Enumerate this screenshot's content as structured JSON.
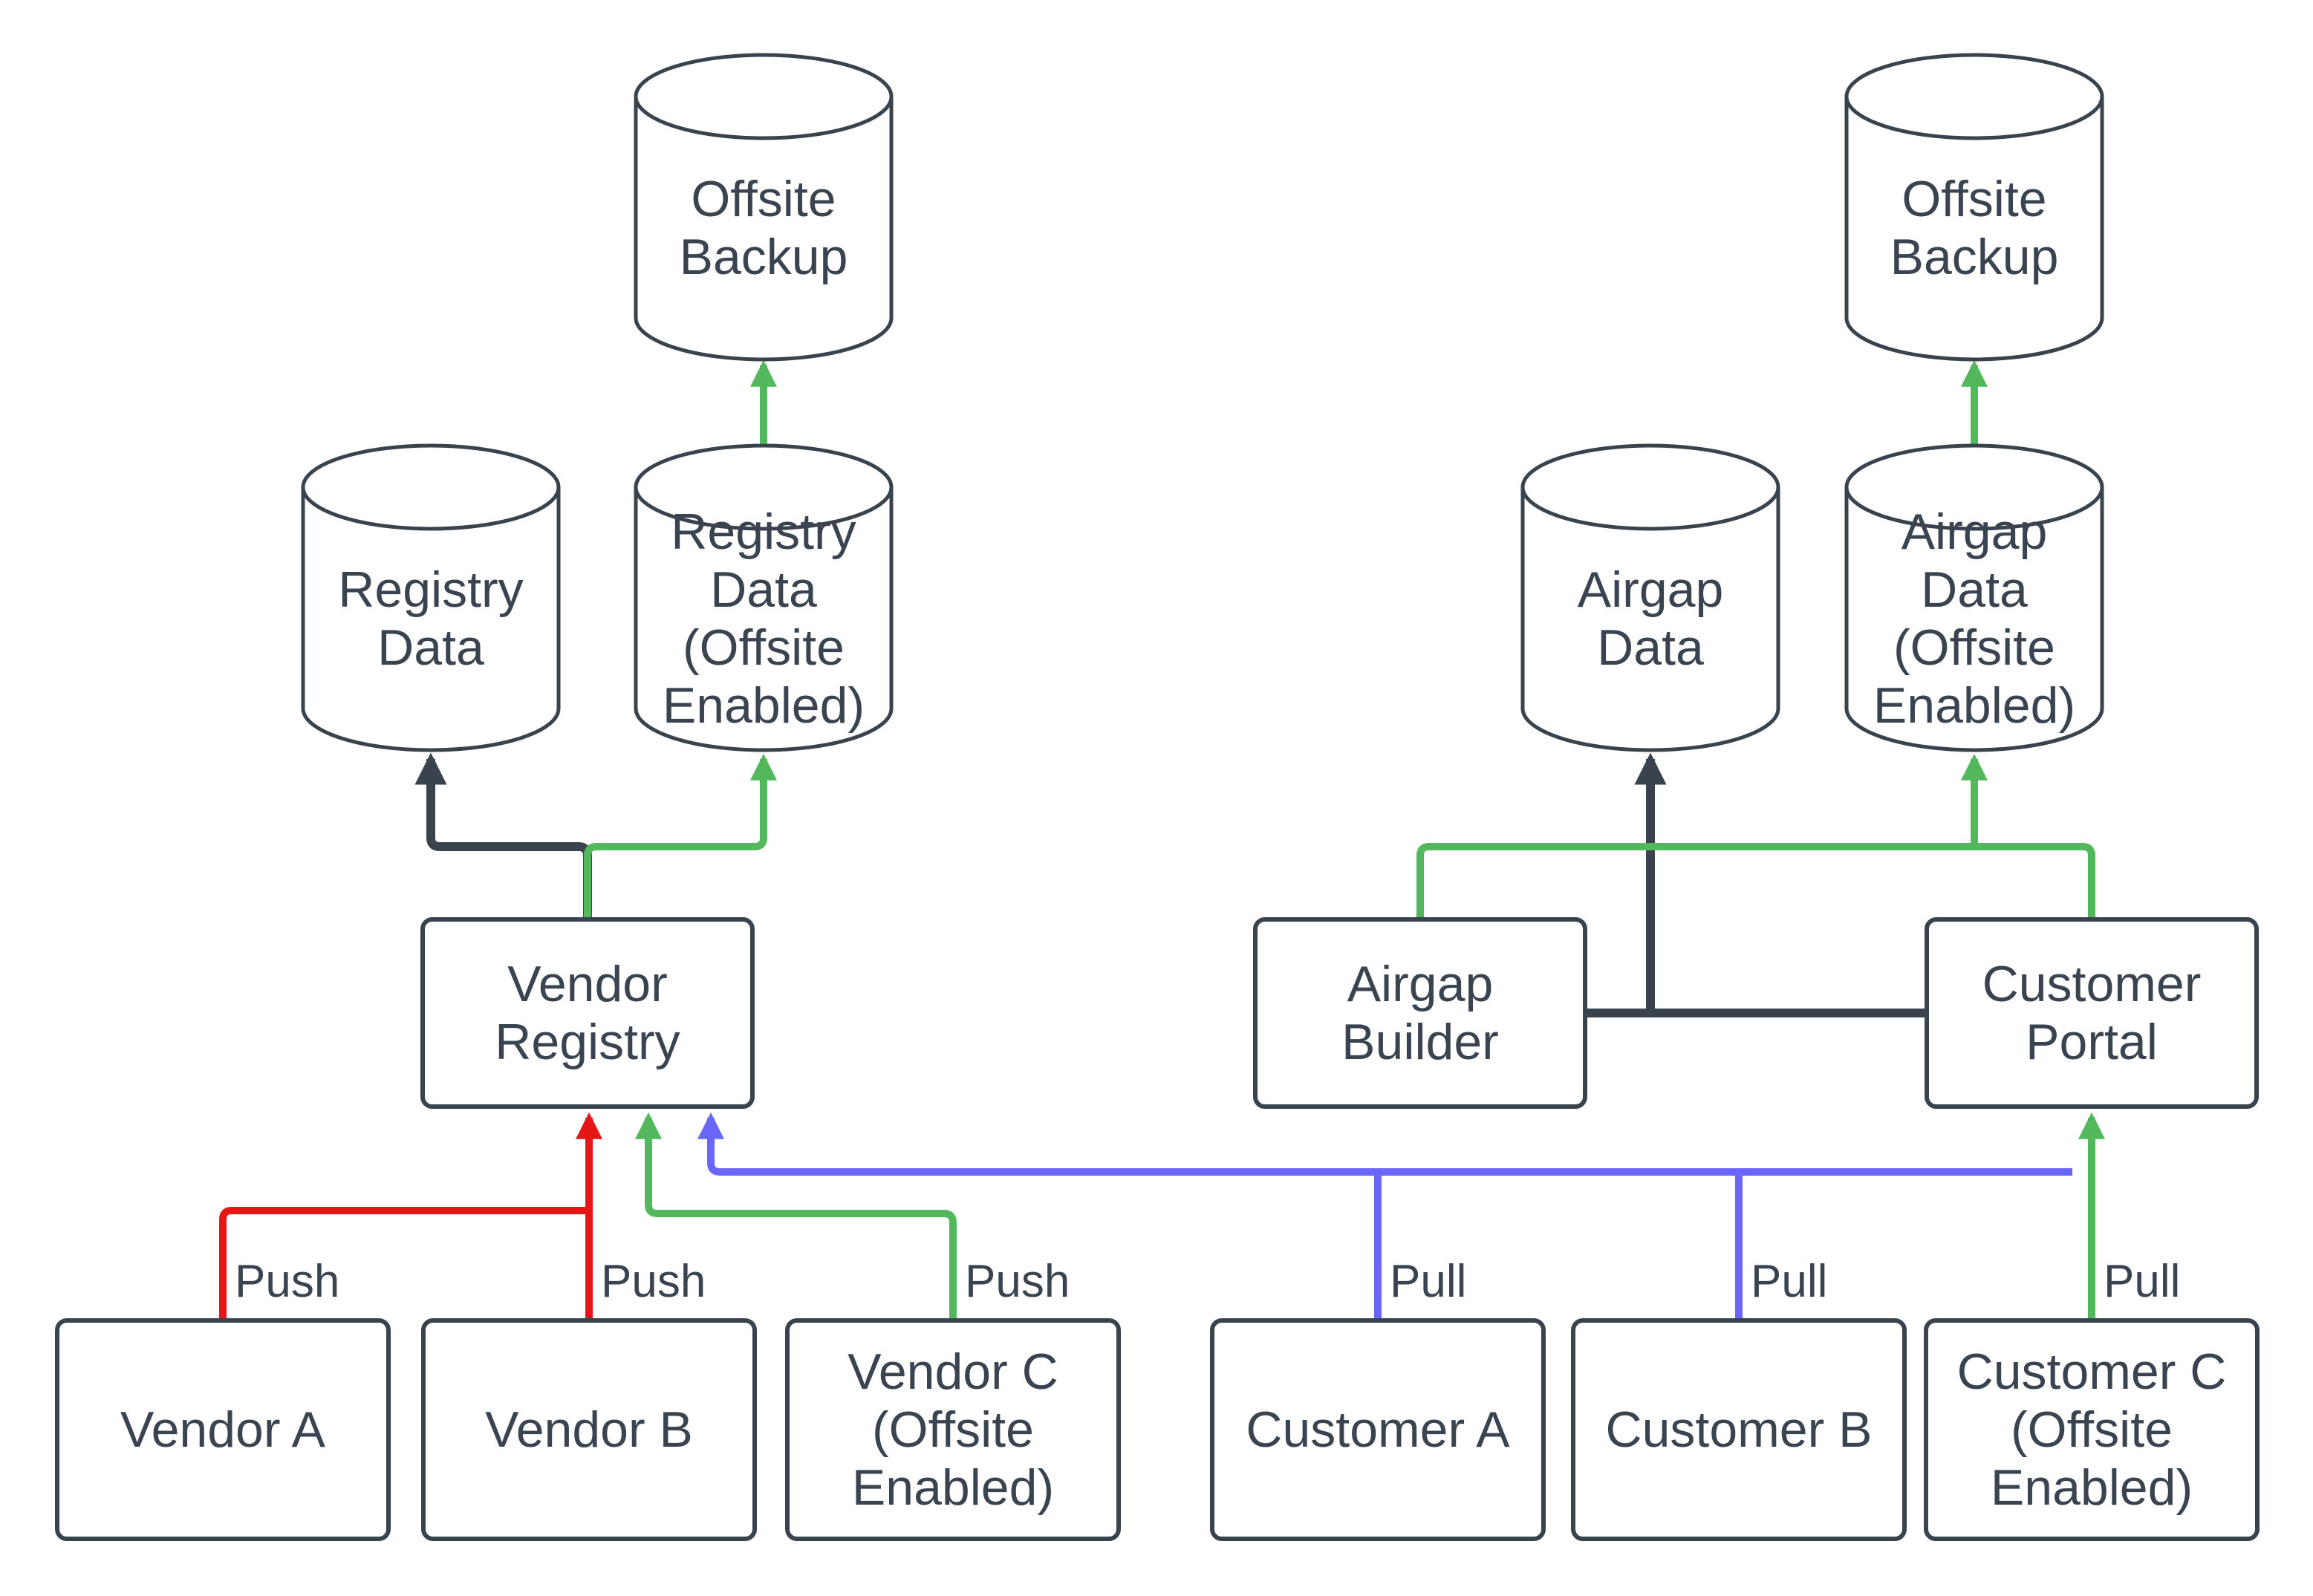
{
  "colors": {
    "stroke_dark": "#39434E",
    "text": "#3A4450",
    "push_red": "#E51616",
    "flow_green": "#53B85C",
    "pull_blue": "#6B66FA",
    "node_fill": "#FFFFFF",
    "background": "#FFFFFF"
  },
  "nodes": {
    "offsite_backup_left": {
      "shape": "cylinder",
      "label": "Offsite\nBackup"
    },
    "registry_data": {
      "shape": "cylinder",
      "label": "Registry\nData"
    },
    "registry_data_offsite": {
      "shape": "cylinder",
      "label": "Registry\nData\n(Offsite\nEnabled)"
    },
    "airgap_data": {
      "shape": "cylinder",
      "label": "Airgap\nData"
    },
    "airgap_data_offsite": {
      "shape": "cylinder",
      "label": "Airgap\nData\n(Offsite\nEnabled)"
    },
    "offsite_backup_right": {
      "shape": "cylinder",
      "label": "Offsite\nBackup"
    },
    "vendor_registry": {
      "shape": "rect",
      "label": "Vendor\nRegistry"
    },
    "airgap_builder": {
      "shape": "rect",
      "label": "Airgap\nBuilder"
    },
    "customer_portal": {
      "shape": "rect",
      "label": "Customer\nPortal"
    },
    "vendor_a": {
      "shape": "rect",
      "label": "Vendor A"
    },
    "vendor_b": {
      "shape": "rect",
      "label": "Vendor B"
    },
    "vendor_c": {
      "shape": "rect",
      "label": "Vendor C\n(Offsite\nEnabled)"
    },
    "customer_a": {
      "shape": "rect",
      "label": "Customer A"
    },
    "customer_b": {
      "shape": "rect",
      "label": "Customer B"
    },
    "customer_c": {
      "shape": "rect",
      "label": "Customer C\n(Offsite\nEnabled)"
    }
  },
  "edges": [
    {
      "id": "vendor-a-push",
      "from": "vendor_a",
      "to": "vendor_registry",
      "label": "Push",
      "color": "push_red"
    },
    {
      "id": "vendor-b-push",
      "from": "vendor_b",
      "to": "vendor_registry",
      "label": "Push",
      "color": "push_red"
    },
    {
      "id": "vendor-c-push",
      "from": "vendor_c",
      "to": "vendor_registry",
      "label": "Push",
      "color": "flow_green"
    },
    {
      "id": "customer-a-pull",
      "from": "customer_a",
      "to": "vendor_registry",
      "label": "Pull",
      "color": "pull_blue"
    },
    {
      "id": "customer-b-pull",
      "from": "customer_b",
      "to": "vendor_registry",
      "label": "Pull",
      "color": "pull_blue"
    },
    {
      "id": "customer-c-pull",
      "from": "customer_c",
      "to": "customer_portal",
      "label": "Pull",
      "color": "flow_green"
    },
    {
      "id": "registry-to-registry-data",
      "from": "vendor_registry",
      "to": "registry_data",
      "label": "",
      "color": "stroke_dark"
    },
    {
      "id": "registry-to-registry-data-offsite",
      "from": "vendor_registry",
      "to": "registry_data_offsite",
      "label": "",
      "color": "flow_green"
    },
    {
      "id": "registry-data-offsite-to-backup",
      "from": "registry_data_offsite",
      "to": "offsite_backup_left",
      "label": "",
      "color": "flow_green"
    },
    {
      "id": "builder-portal-link-to-airgap-data",
      "from": "airgap_builder, customer_portal",
      "to": "airgap_data",
      "label": "",
      "color": "stroke_dark"
    },
    {
      "id": "builder-portal-to-airgap-data-offsite",
      "from": "airgap_builder, customer_portal",
      "to": "airgap_data_offsite",
      "label": "",
      "color": "flow_green"
    },
    {
      "id": "airgap-data-offsite-to-backup",
      "from": "airgap_data_offsite",
      "to": "offsite_backup_right",
      "label": "",
      "color": "flow_green"
    }
  ]
}
